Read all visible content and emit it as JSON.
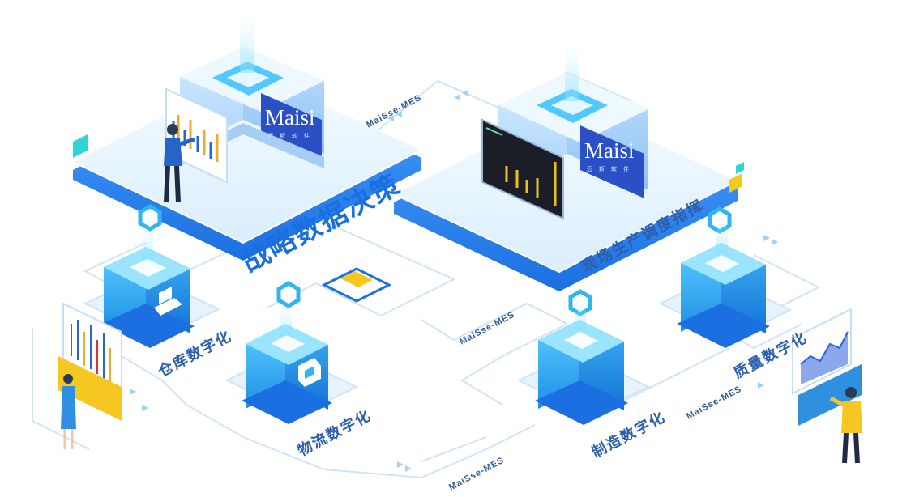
{
  "main_title": "战略数据决策",
  "site_dispatch": "现场生产调度指挥",
  "modules": {
    "warehouse": "仓库数字化",
    "logistics": "物流数字化",
    "manufacturing": "制造数字化",
    "quality": "质量数字化"
  },
  "connector_labels": {
    "top": "MaiSse-MES",
    "middle": "MaiSse-MES",
    "right": "MaiSse-MES",
    "bottom": "MaiSse-MES"
  },
  "brand": {
    "logo_text": "Maisi",
    "sub_text": "迈 斯 软 件"
  },
  "colors": {
    "accent_blue": "#1a6fe0",
    "cube_blue": "#2fb6f2",
    "platform_light": "#eaf5ff",
    "brand_panel": "#2b4fc4",
    "highlight_yellow": "#f6c621"
  },
  "icons": [
    "warehouse-hand-box-icon",
    "logistics-truck-icon",
    "bar-chart-board",
    "line-chart-board"
  ]
}
